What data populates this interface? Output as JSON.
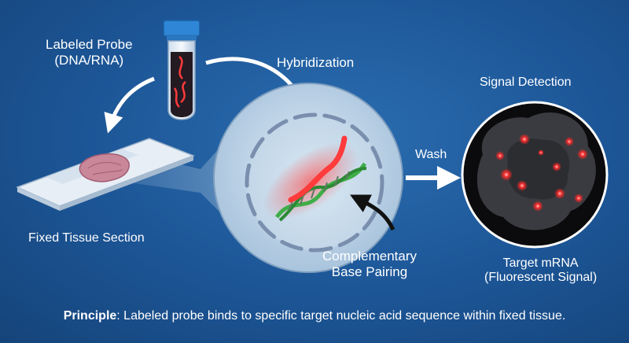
{
  "labels": {
    "probe_line1": "Labeled Probe",
    "probe_line2": "(DNA/RNA)",
    "hybridization": "Hybridization",
    "signal_detection": "Signal Detection",
    "wash": "Wash",
    "fixed_tissue": "Fixed Tissue Section",
    "complementary_line1": "Complementary",
    "complementary_line2": "Base Pairing",
    "target_line1": "Target mRNA",
    "target_line2": "(Fluorescent Signal)"
  },
  "principle": {
    "term": "Principle",
    "text": ": Labeled probe binds to specific target nucleic acid sequence within fixed tissue."
  },
  "icons": [
    "test-tube-icon",
    "microscope-slide-icon",
    "dna-helix-icon",
    "cell-nucleus-icon",
    "fluorescent-cell-icon"
  ],
  "colors": {
    "background": "#1c5596",
    "probe_red": "#ff3b3b",
    "dna_green": "#3fae49",
    "tube_cap": "#2f86d6",
    "circle_fill": "#c9dcec"
  }
}
